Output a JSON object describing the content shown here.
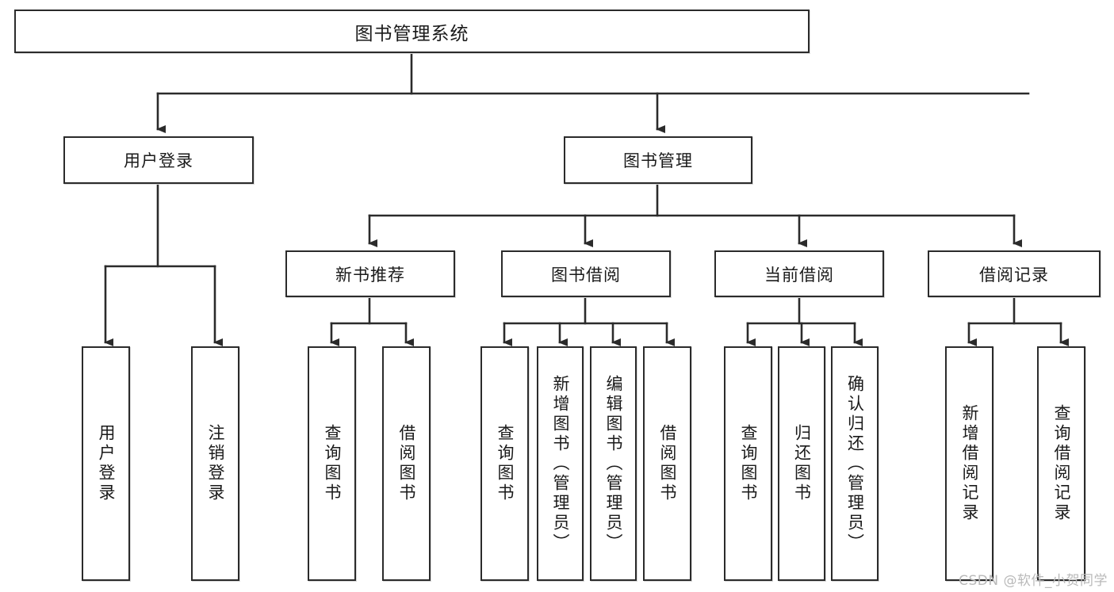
{
  "diagram": {
    "type": "tree",
    "title": "图书管理系统",
    "root": {
      "label": "图书管理系统"
    },
    "level2": [
      {
        "id": "user-login",
        "label": "用户登录"
      },
      {
        "id": "book-manage",
        "label": "图书管理"
      }
    ],
    "level3": [
      {
        "id": "new-book-recommend",
        "label": "新书推荐",
        "parent": "book-manage"
      },
      {
        "id": "book-borrow",
        "label": "图书借阅",
        "parent": "book-manage"
      },
      {
        "id": "current-borrow",
        "label": "当前借阅",
        "parent": "book-manage"
      },
      {
        "id": "borrow-record",
        "label": "借阅记录",
        "parent": "book-manage"
      }
    ],
    "leaves": [
      {
        "id": "leaf-user-login",
        "label": "用户登录",
        "parent": "user-login"
      },
      {
        "id": "leaf-logout-login",
        "label": "注销登录",
        "parent": "user-login"
      },
      {
        "id": "leaf-query-book-1",
        "label": "查询图书",
        "parent": "new-book-recommend"
      },
      {
        "id": "leaf-borrow-book-1",
        "label": "借阅图书",
        "parent": "new-book-recommend"
      },
      {
        "id": "leaf-query-book-2",
        "label": "查询图书",
        "parent": "book-borrow"
      },
      {
        "id": "leaf-add-book",
        "label": "新增图书（管理员）",
        "parent": "book-borrow"
      },
      {
        "id": "leaf-edit-book",
        "label": "编辑图书（管理员）",
        "parent": "book-borrow"
      },
      {
        "id": "leaf-borrow-book-2",
        "label": "借阅图书",
        "parent": "book-borrow"
      },
      {
        "id": "leaf-query-book-3",
        "label": "查询图书",
        "parent": "current-borrow"
      },
      {
        "id": "leaf-return-book",
        "label": "归还图书",
        "parent": "current-borrow"
      },
      {
        "id": "leaf-confirm-return",
        "label": "确认归还（管理员）",
        "parent": "current-borrow"
      },
      {
        "id": "leaf-add-record",
        "label": "新增借阅记录",
        "parent": "borrow-record"
      },
      {
        "id": "leaf-query-record",
        "label": "查询借阅记录",
        "parent": "borrow-record"
      }
    ],
    "colors": {
      "stroke": "#2b2b2b",
      "fill": "#ffffff",
      "text": "#1a1a1a",
      "watermark": "#b9b9b9"
    }
  },
  "watermark": {
    "text": "CSDN @软件_小贺同学"
  }
}
